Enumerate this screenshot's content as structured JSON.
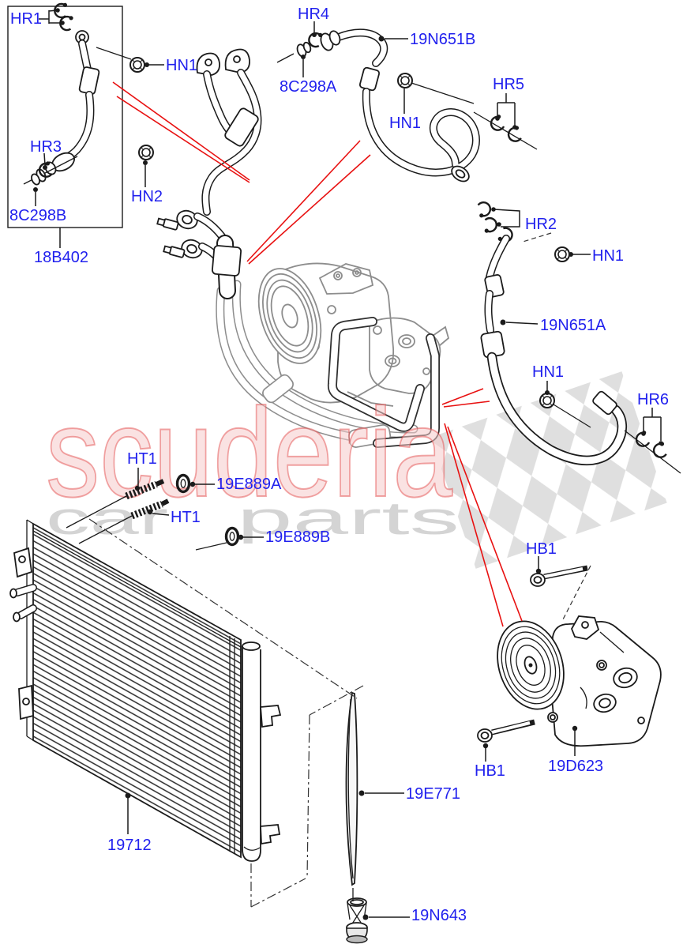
{
  "watermark": {
    "brand": "scuderia",
    "tagline_left": "car",
    "tagline_right": "parts",
    "brand_fill": "#f5caca",
    "brand_stroke": "#e34d4d",
    "tagline_color": "#cfcfcf",
    "checker_color": "#d7d7d7"
  },
  "colors": {
    "label": "#2121ee",
    "line": "#1b1b1b",
    "pointer_red": "#e81111",
    "assembly_gray": "#8d8d8d"
  },
  "labels": {
    "hr1": "HR1",
    "hn1_topleft": "HN1",
    "hr3": "HR3",
    "hn2": "HN2",
    "c8298b": "8C298B",
    "p18b402": "18B402",
    "hr4": "HR4",
    "c8298a": "8C298A",
    "p19n651b": "19N651B",
    "hn1_mid": "HN1",
    "hr5": "HR5",
    "hr2": "HR2",
    "hn1_right_top": "HN1",
    "p19n651a": "19N651A",
    "hn1_right_mid": "HN1",
    "hr6": "HR6",
    "ht1_upper": "HT1",
    "p19e889a": "19E889A",
    "ht1_lower": "HT1",
    "p19e889b": "19E889B",
    "hb1_upper": "HB1",
    "p19712": "19712",
    "p19e771": "19E771",
    "p19n643": "19N643",
    "hb1_lower": "HB1",
    "p19d623": "19D623"
  }
}
